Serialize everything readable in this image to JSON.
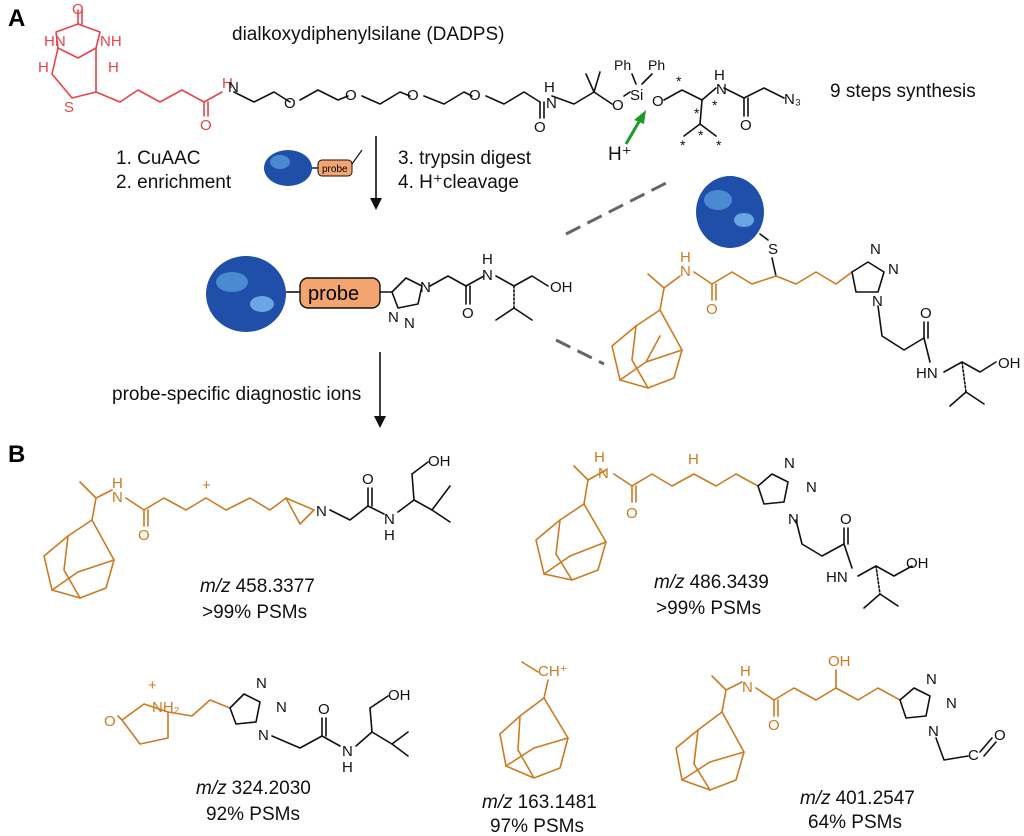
{
  "colors": {
    "black": "#111111",
    "biotin_red": "#e8434b",
    "orange": "#cc7a22",
    "green": "#1f9a2a",
    "protein_blue": "#1f4fa8",
    "probe_fill": "#f2a56e"
  },
  "panel_labels": {
    "a": "A",
    "b": "B"
  },
  "panel_a": {
    "linker_title": "dialkoxydiphenylsilane (DADPS)",
    "synthesis_note": "9 steps synthesis",
    "step1": "1. CuAAC",
    "step2": "2. enrichment",
    "step3": "3. trypsin digest",
    "step4": "4. H⁺cleavage",
    "acid_label": "H⁺",
    "probe_small": "probe",
    "probe_big": "probe",
    "diagnostic_label": "probe-specific diagnostic ions",
    "atoms": {
      "O": "O",
      "NH": "NH",
      "HN": "HN",
      "H": "H",
      "S": "S",
      "N": "N",
      "Ph": "Ph",
      "Si": "Si",
      "N3": "N₃",
      "OH": "OH",
      "star": "*",
      "plus": "+",
      "H2": "H₂",
      "CH": "CH⁺",
      "Cdot": "C"
    }
  },
  "panel_b": {
    "ions": [
      {
        "mz": "458.3377",
        "psm": ">99% PSMs"
      },
      {
        "mz": "486.3439",
        "psm": ">99% PSMs"
      },
      {
        "mz": "324.2030",
        "psm": "92% PSMs"
      },
      {
        "mz": "163.1481",
        "psm": "97% PSMs"
      },
      {
        "mz": "401.2547",
        "psm": "64% PSMs"
      }
    ],
    "mz_prefix": "m/z"
  }
}
